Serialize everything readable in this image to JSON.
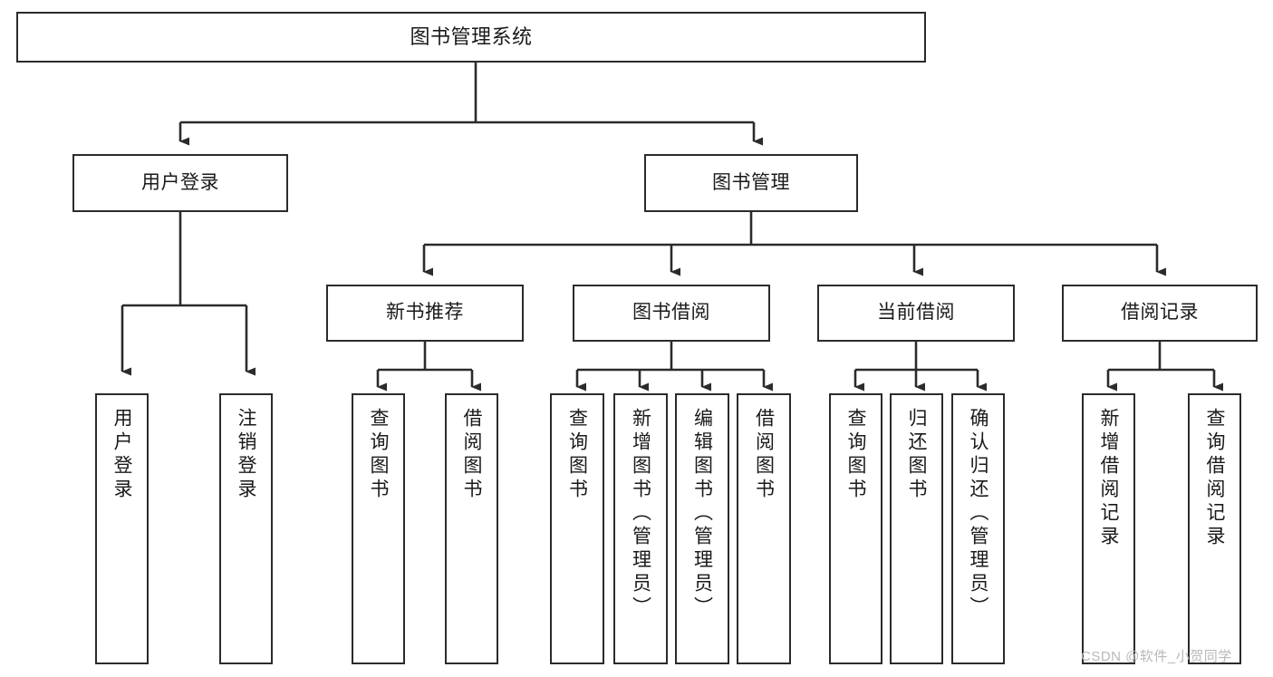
{
  "diagram": {
    "title": "图书管理系统",
    "type": "tree",
    "watermark": "CSDN @软件_小贺同学",
    "colors": {
      "stroke": "#2b2b2b",
      "fill": "#ffffff",
      "text": "#1a1a1a",
      "watermark": "#b9b9b9"
    },
    "root": {
      "label": "图书管理系统"
    },
    "level2": [
      {
        "label": "用户登录"
      },
      {
        "label": "图书管理"
      }
    ],
    "level3": [
      {
        "label": "新书推荐"
      },
      {
        "label": "图书借阅"
      },
      {
        "label": "当前借阅"
      },
      {
        "label": "借阅记录"
      }
    ],
    "leaves": {
      "user_login": [
        {
          "label": "用户登录"
        },
        {
          "label": "注销登录"
        }
      ],
      "new_book": [
        {
          "label": "查询图书"
        },
        {
          "label": "借阅图书"
        }
      ],
      "book_borrow": [
        {
          "label": "查询图书"
        },
        {
          "label": "新增图书（管理员）"
        },
        {
          "label": "编辑图书（管理员）"
        },
        {
          "label": "借阅图书"
        }
      ],
      "current_borrow": [
        {
          "label": "查询图书"
        },
        {
          "label": "归还图书"
        },
        {
          "label": "确认归还（管理员）"
        }
      ],
      "borrow_record": [
        {
          "label": "新增借阅记录"
        },
        {
          "label": "查询借阅记录"
        }
      ]
    }
  }
}
